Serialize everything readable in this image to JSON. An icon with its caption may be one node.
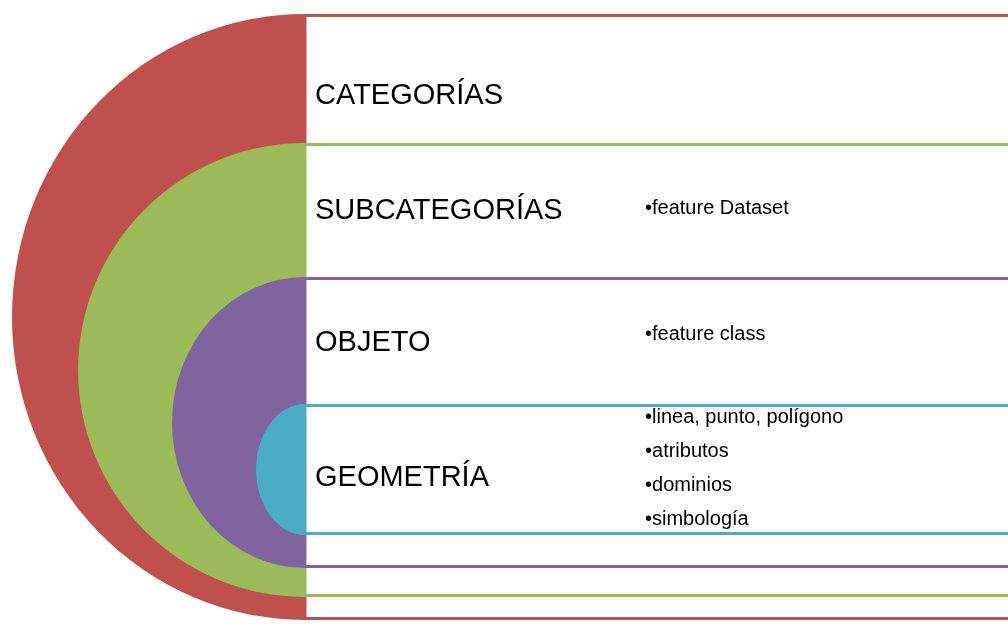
{
  "diagram": {
    "nodes": [
      {
        "text": [
          "CATEGORÍAS"
        ]
      },
      {
        "text": [
          "SUBCATEGORÍAS",
          "•feature Dataset"
        ],
        "in": 0
      },
      {
        "text": [
          "OBJETO",
          "•feature class"
        ],
        "in": 1
      },
      {
        "text": [
          "GEOMETRÍA",
          "•linea, punto, polígono",
          "•atributos",
          "•dominios",
          "•simbología"
        ],
        "in": 2
      }
    ]
  }
}
